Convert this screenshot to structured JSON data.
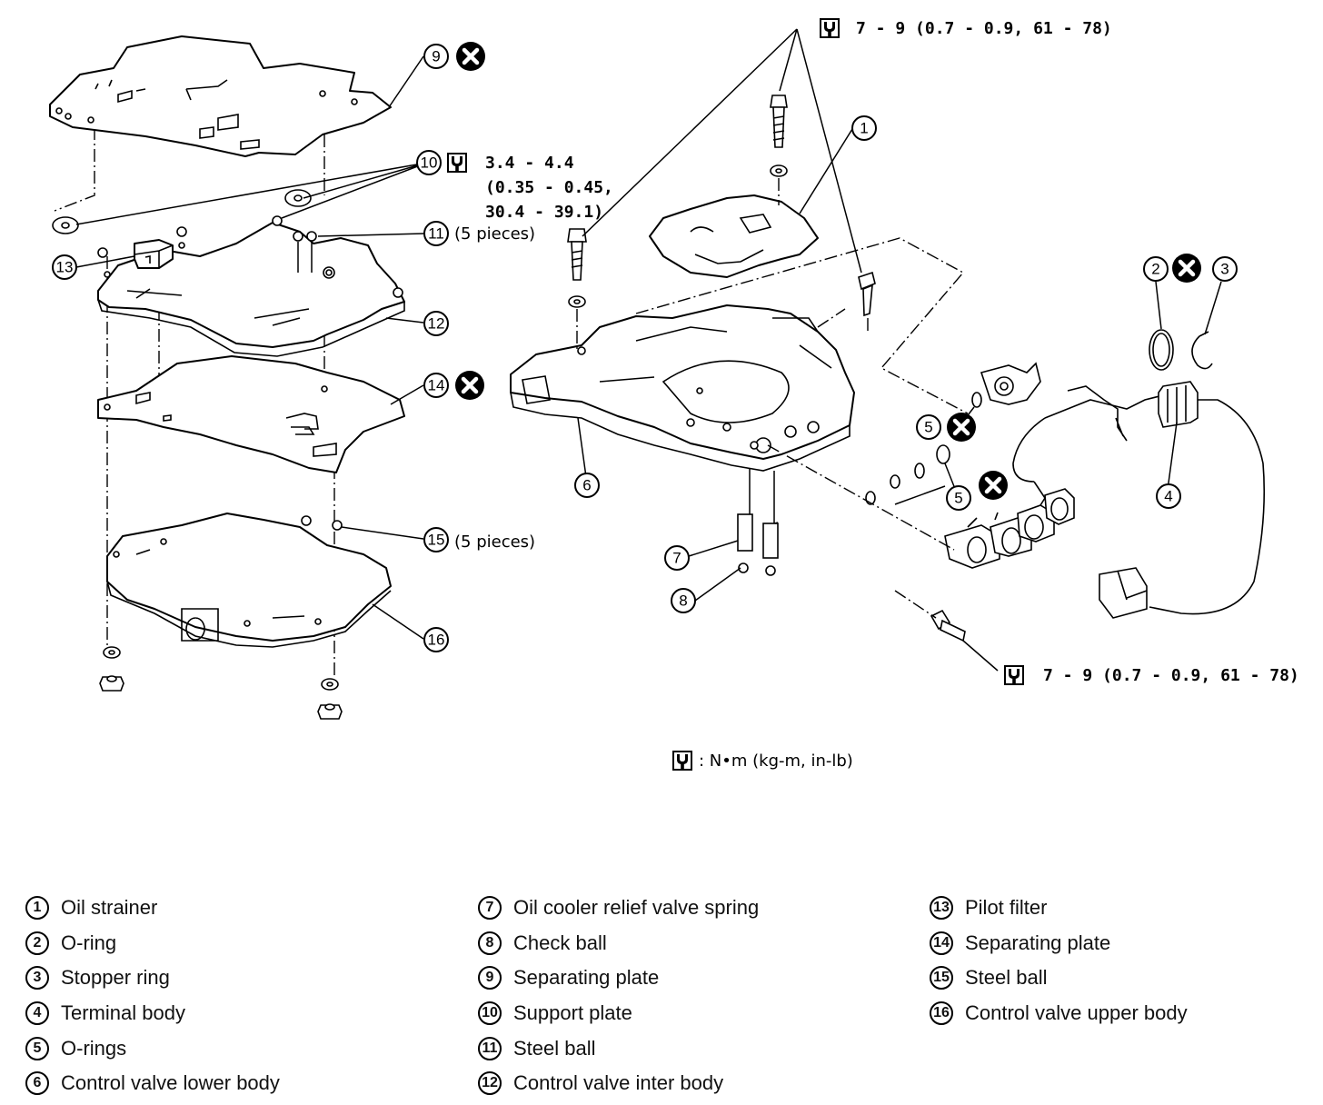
{
  "callouts": [
    "1",
    "2",
    "3",
    "4",
    "5",
    "6",
    "7",
    "8",
    "9",
    "10",
    "11",
    "12",
    "13",
    "14",
    "15",
    "16"
  ],
  "annotations": {
    "torque_top": "7 - 9 (0.7 - 0.9, 61 - 78)",
    "torque_support_line1": "3.4 - 4.4",
    "torque_support_line2": "(0.35 - 0.45,",
    "torque_support_line3": "30.4 - 39.1)",
    "pieces_11": "(5 pieces)",
    "pieces_15": "(5 pieces)",
    "torque_bottom": "7 - 9 (0.7 - 0.9, 61 - 78)",
    "units_note": ": N•m (kg-m, in-lb)"
  },
  "icons": {
    "torque": "wrench-torque-icon",
    "replace": "do-not-reuse-x-icon"
  },
  "legend": [
    {
      "num": "1",
      "label": "Oil strainer"
    },
    {
      "num": "2",
      "label": "O-ring"
    },
    {
      "num": "3",
      "label": "Stopper ring"
    },
    {
      "num": "4",
      "label": "Terminal body"
    },
    {
      "num": "5",
      "label": "O-rings"
    },
    {
      "num": "6",
      "label": "Control valve lower body"
    },
    {
      "num": "7",
      "label": "Oil cooler relief valve spring"
    },
    {
      "num": "8",
      "label": "Check ball"
    },
    {
      "num": "9",
      "label": "Separating plate"
    },
    {
      "num": "10",
      "label": "Support plate"
    },
    {
      "num": "11",
      "label": "Steel ball"
    },
    {
      "num": "12",
      "label": "Control valve inter body"
    },
    {
      "num": "13",
      "label": "Pilot filter"
    },
    {
      "num": "14",
      "label": "Separating plate"
    },
    {
      "num": "15",
      "label": "Steel ball"
    },
    {
      "num": "16",
      "label": "Control valve upper body"
    }
  ]
}
